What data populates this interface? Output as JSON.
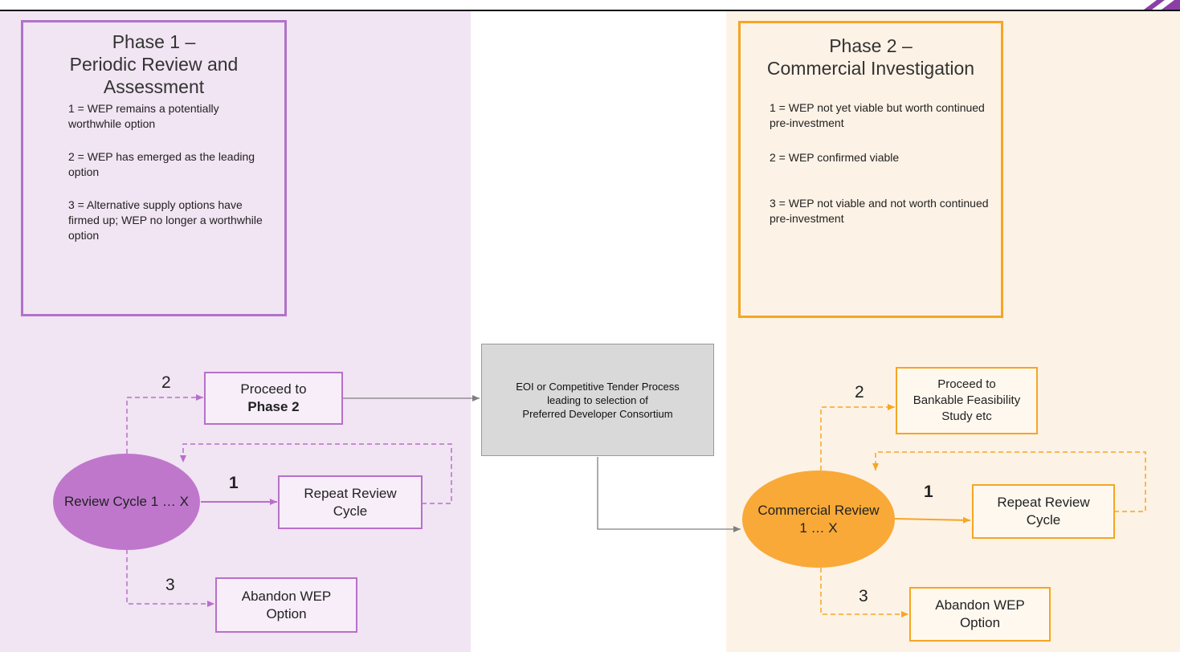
{
  "phase1": {
    "title_line1": "Phase 1 –",
    "title_line2": "Periodic Review and",
    "title_line3": "Assessment",
    "items": [
      "1 = WEP remains a potentially worthwhile  option",
      "2 = WEP has emerged as the leading  option",
      "3 = Alternative  supply options have firmed up; WEP no longer a worthwhile  option"
    ]
  },
  "phase2": {
    "title_line1": "Phase 2 –",
    "title_line2": "Commercial Investigation",
    "items": [
      "1 = WEP not yet viable but worth continued pre-investment",
      "2 = WEP confirmed viable",
      "3 = WEP not viable and not worth continued pre-investment"
    ]
  },
  "left_flow": {
    "review_cycle": "Review Cycle 1 … X",
    "proceed_line1": "Proceed to",
    "proceed_line2": "Phase 2",
    "repeat_line1": "Repeat Review",
    "repeat_line2": "Cycle",
    "abandon_line1": "Abandon WEP",
    "abandon_line2": "Option",
    "label_2": "2",
    "label_1": "1",
    "label_3": "3"
  },
  "tender": {
    "line1": "EOI or Competitive  Tender Process",
    "line2": "leading  to selection  of",
    "line3": "Preferred Developer Consortium"
  },
  "right_flow": {
    "commercial_review_line1": "Commercial Review",
    "commercial_review_line2": "1 … X",
    "proceed_line1": "Proceed to",
    "proceed_line2": "Bankable Feasibility",
    "proceed_line3": "Study etc",
    "repeat_line1": "Repeat Review",
    "repeat_line2": "Cycle",
    "abandon_line1": "Abandon WEP",
    "abandon_line2": "Option",
    "label_2": "2",
    "label_1": "1",
    "label_3": "3"
  },
  "colors": {
    "purple": "#b770c9",
    "orange": "#f5a623",
    "grey_connector": "#7f7f7f"
  }
}
